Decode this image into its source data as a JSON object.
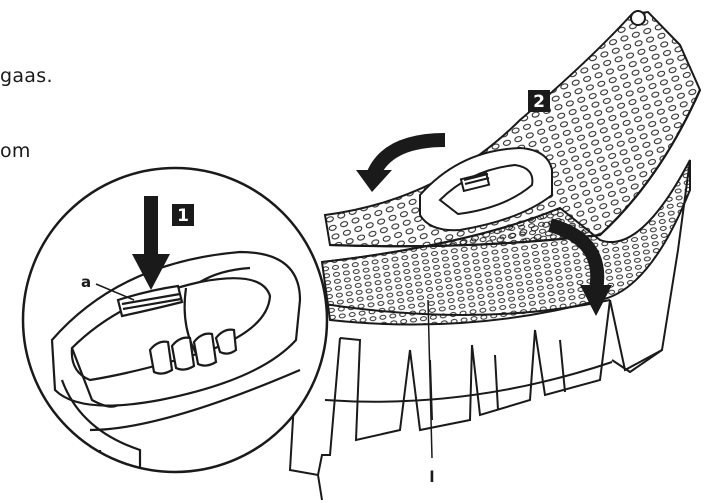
{
  "caption": {
    "line1": "gaas.",
    "line2": "om"
  },
  "step_badges": {
    "step1": "1",
    "step2": "2"
  },
  "callouts": {
    "a": "a",
    "l": "l"
  },
  "colors": {
    "line": "#1a1a1a",
    "fill": "#ffffff",
    "badge": "#1a1a1a"
  }
}
